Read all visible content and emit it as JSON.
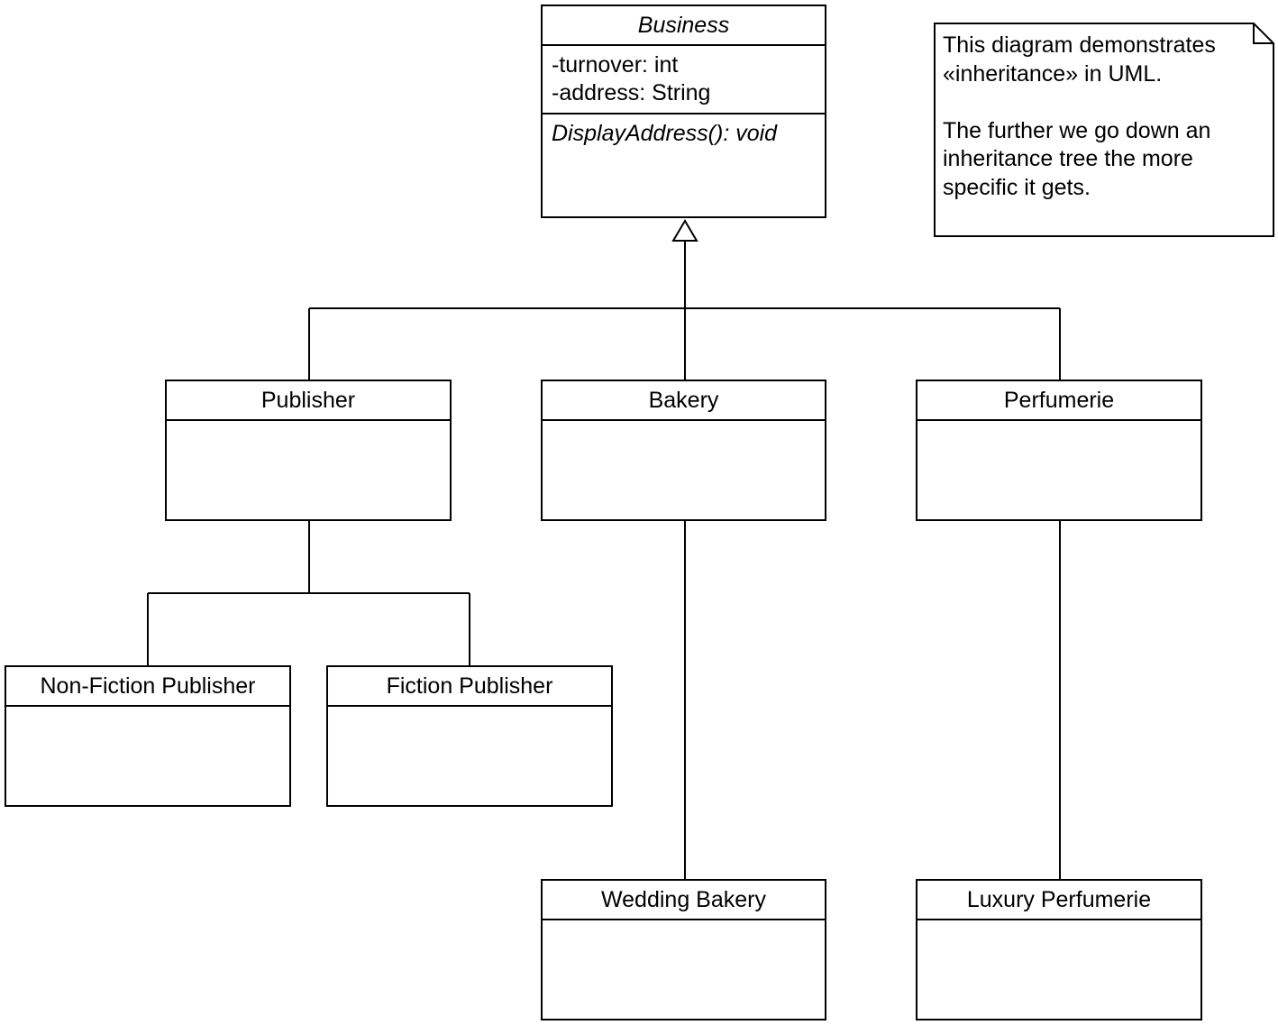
{
  "classes": {
    "business": {
      "name": "Business",
      "attributes": [
        "-turnover: int",
        "-address: String"
      ],
      "operations": [
        "DisplayAddress(): void"
      ]
    },
    "publisher": {
      "name": "Publisher"
    },
    "bakery": {
      "name": "Bakery"
    },
    "perfumerie": {
      "name": "Perfumerie"
    },
    "non_fiction_publisher": {
      "name": "Non-Fiction Publisher"
    },
    "fiction_publisher": {
      "name": "Fiction Publisher"
    },
    "wedding_bakery": {
      "name": "Wedding Bakery"
    },
    "luxury_perfumerie": {
      "name": "Luxury Perfumerie"
    }
  },
  "note": {
    "text": "This diagram demonstrates\n«inheritance» in UML.\n\nThe further we go down an\ninheritance tree the more\nspecific it gets."
  },
  "relationships": [
    {
      "type": "generalization",
      "parent": "Business",
      "children": [
        "Publisher",
        "Bakery",
        "Perfumerie"
      ]
    },
    {
      "type": "generalization",
      "parent": "Publisher",
      "children": [
        "Non-Fiction Publisher",
        "Fiction Publisher"
      ]
    },
    {
      "type": "generalization",
      "parent": "Bakery",
      "children": [
        "Wedding Bakery"
      ]
    },
    {
      "type": "generalization",
      "parent": "Perfumerie",
      "children": [
        "Luxury Perfumerie"
      ]
    }
  ]
}
